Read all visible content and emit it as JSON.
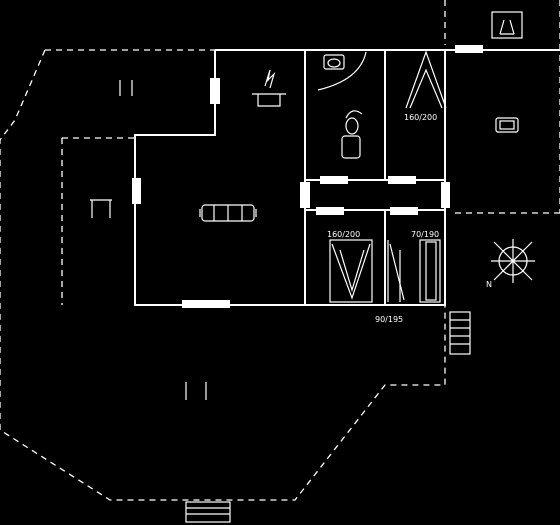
{
  "plan": {
    "bed_labels": {
      "main_bedroom": "160/200",
      "bedroom_left": "160/200",
      "bedroom_right": "70/190",
      "bedroom_small": "90/195"
    },
    "compass": {
      "north_label": "N"
    },
    "icons": {
      "fireplace": "fireplace-icon",
      "sink": "sink-icon",
      "toilet": "toilet-icon",
      "sofa": "sofa-icon",
      "washing_machine": "washing-machine-icon",
      "bbq": "grill-icon",
      "bench": "bench-icon"
    },
    "colors": {
      "background": "#000000",
      "lines": "#ffffff"
    }
  }
}
